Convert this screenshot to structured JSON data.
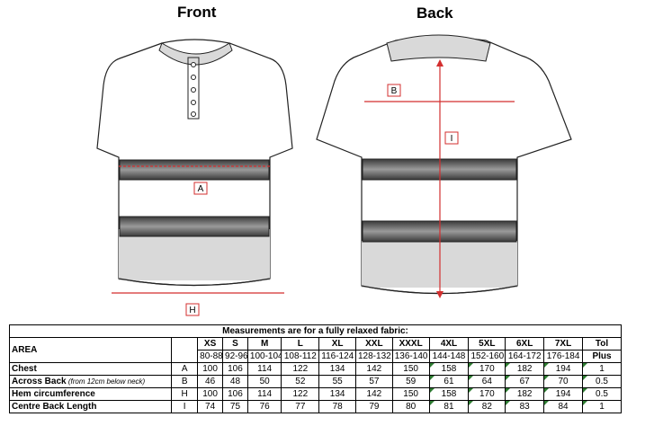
{
  "views": {
    "front": "Front",
    "back": "Back"
  },
  "measure_labels": {
    "A": "A",
    "B": "B",
    "H": "H",
    "I": "I"
  },
  "colors": {
    "measure_line": "#d32f2f",
    "stripe": "#555555",
    "hem_band": "#d9d9d9",
    "flag": "#2e7d32"
  },
  "table": {
    "title": "Measurements are for a fully relaxed fabric:",
    "area_header": "AREA",
    "tol_header": [
      "Tol",
      "Plus"
    ],
    "sizes": [
      {
        "name": "XS",
        "range": "80-88"
      },
      {
        "name": "S",
        "range": "92-96"
      },
      {
        "name": "M",
        "range": "100-104"
      },
      {
        "name": "L",
        "range": "108-112"
      },
      {
        "name": "XL",
        "range": "116-124"
      },
      {
        "name": "XXL",
        "range": "128-132"
      },
      {
        "name": "XXXL",
        "range": "136-140"
      },
      {
        "name": "4XL",
        "range": "144-148"
      },
      {
        "name": "5XL",
        "range": "152-160"
      },
      {
        "name": "6XL",
        "range": "164-172"
      },
      {
        "name": "7XL",
        "range": "176-184"
      }
    ],
    "rows": [
      {
        "area": "Chest",
        "note": "",
        "code": "A",
        "values": [
          "100",
          "106",
          "114",
          "122",
          "134",
          "142",
          "150",
          "158",
          "170",
          "182",
          "194"
        ],
        "tol": "1"
      },
      {
        "area": "Across Back",
        "note": "(from 12cm below neck)",
        "code": "B",
        "values": [
          "46",
          "48",
          "50",
          "52",
          "55",
          "57",
          "59",
          "61",
          "64",
          "67",
          "70"
        ],
        "tol": "0.5"
      },
      {
        "area": "Hem circumference",
        "note": "",
        "code": "H",
        "values": [
          "100",
          "106",
          "114",
          "122",
          "134",
          "142",
          "150",
          "158",
          "170",
          "182",
          "194"
        ],
        "tol": "0.5"
      },
      {
        "area": "Centre Back Length",
        "note": "",
        "code": "I",
        "values": [
          "74",
          "75",
          "76",
          "77",
          "78",
          "79",
          "80",
          "81",
          "82",
          "83",
          "84"
        ],
        "tol": "1"
      }
    ]
  }
}
